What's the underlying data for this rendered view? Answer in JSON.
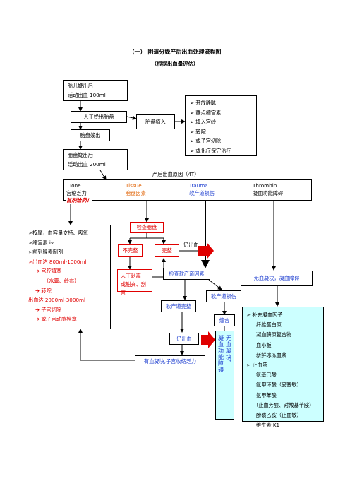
{
  "header": {
    "title": "（一） 阴道分娩产后出血处理流程图",
    "subtitle": "（根据出血量评估）"
  },
  "step1": {
    "line1": "胎儿娩出后",
    "line2": "活动出血 100ml"
  },
  "manual_removal": "人工娩出胎盘",
  "placenta_delivered": "胎盘娩出",
  "placenta_implant": "胎盘植入",
  "implant_measures": [
    "开放静脉",
    "静点缩宫素",
    "填入宫纱",
    "转院",
    "或子宫切除",
    "或化疗保守治疗"
  ],
  "step2": {
    "line1": "胎盘娩出后",
    "line2": "活动出血 200ml"
  },
  "cause_label": "产后出血原因（4T）",
  "causes": {
    "en": [
      "Tone",
      "Tissue",
      "Trauma",
      "Thrombin"
    ],
    "cn": [
      "宫缩乏力",
      "胎盘因素",
      "软产道损伤",
      "凝血功能障碍"
    ],
    "note": "首剂给药！"
  },
  "tone_actions": {
    "items": [
      "按摩，血容量支持、吸氧",
      "缩宫素 iv",
      "前列腺素制剂",
      "出血达 800ml-1000ml"
    ],
    "sub1": [
      "宫腔填塞",
      "（水囊、纱布）",
      "转院"
    ],
    "bleed2": "出血达 2000ml-3000ml",
    "sub2": [
      "子宫切除",
      "或子宫动脉栓塞"
    ]
  },
  "check_placenta": "检查胎盘",
  "incomplete": "不完整",
  "complete": "完整",
  "still_bleeding_1": "仍出血",
  "manual_strip": {
    "line1": "人工剥离",
    "line2": "或钳夹、刮宫"
  },
  "check_canal": "检查软产道因素",
  "canal_intact": "软产道完整",
  "canal_injury": "软产道损伤",
  "suture": "缝合",
  "still_bleeding_2": "仍出血",
  "no_clot": "无血凝块，凝血障碍",
  "clot_box": "有血凝块,子宫收缩乏力",
  "no_clot_vertical": {
    "line1": "无血凝块，",
    "line2": "凝血功能障碍"
  },
  "coag_treatment": {
    "head1": "补充凝血因子",
    "list1": [
      "纤维蛋白原",
      "凝血酶原复合物",
      "血小板",
      "新鲜冰冻血浆"
    ],
    "head2": "止血药",
    "list2": [
      "氨基己酸",
      "氨甲环酸（妥塞敏）",
      "氨甲苯酸",
      "（止血芳酸、对羧基苄胺）",
      "酚磺乙胺（止血敏）",
      "维生素 K1"
    ]
  }
}
